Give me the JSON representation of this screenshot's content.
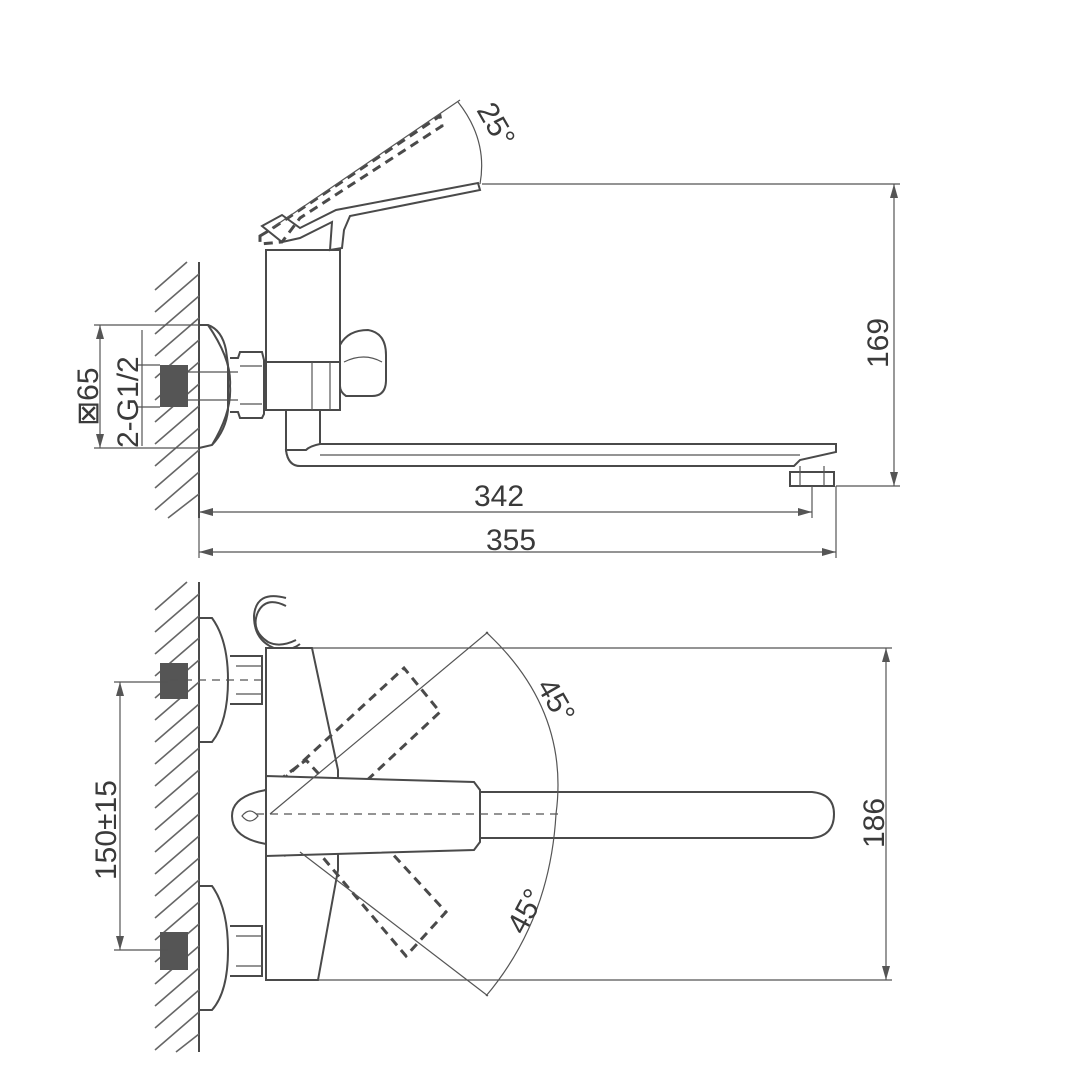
{
  "drawing": {
    "side_view": {
      "handle_angle": "25°",
      "height": "169",
      "spout_reach_inner": "342",
      "spout_reach_total": "355",
      "flange_size": "⊠65",
      "thread": "2-G1/2"
    },
    "top_view": {
      "swivel_angle_upper": "45°",
      "swivel_angle_lower": "45°",
      "depth": "186",
      "center_distance": "150±15"
    }
  }
}
